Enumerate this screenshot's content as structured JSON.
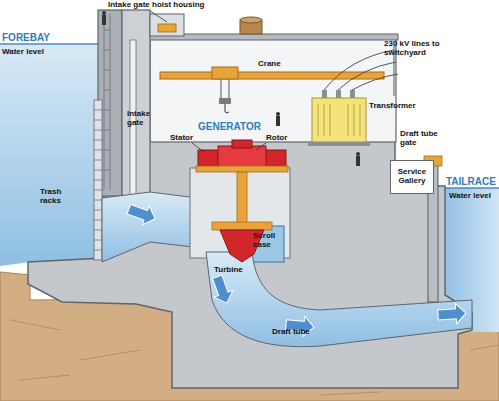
{
  "diagram": {
    "nodes": [
      {
        "text": [
          "Service Gallery"
        ]
      }
    ],
    "labels": [
      "Intake gate hoist housing",
      "FOREBAY",
      "Water level",
      "Crane",
      "230 kV lines to switchyard",
      "Intake gate",
      "GENERATOR",
      "Stator",
      "Rotor",
      "Transformer",
      "Draft tube gate",
      "Trash racks",
      "Scroll case",
      "TAILRACE",
      "Water level",
      "Turbine",
      "Draft tube"
    ]
  }
}
